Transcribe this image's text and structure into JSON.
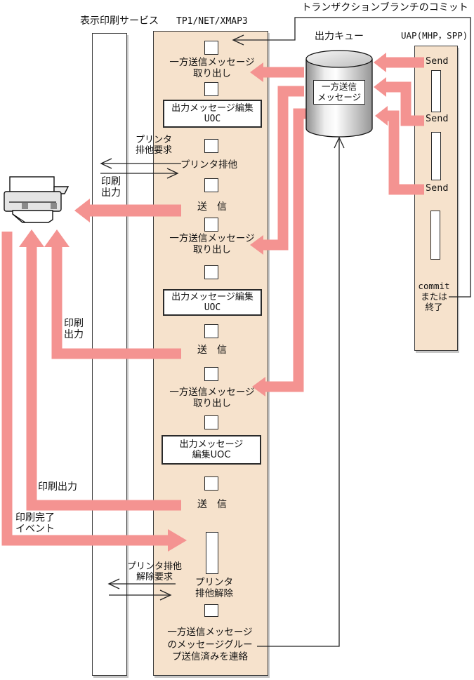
{
  "title": "トランザクションブランチのコミット",
  "lanes": {
    "service_label": "表示印刷サービス",
    "tp1_label": "TP1/NET/XMAP3",
    "queue_label": "出力キュー",
    "uap_label": "UAP(MHP，SPP)"
  },
  "queue": {
    "message_line1": "一方送信",
    "message_line2": "メッセージ"
  },
  "tp1": {
    "retrieve1_line1": "一方送信メッセージ",
    "retrieve1_line2": "取り出し",
    "uoc1_line1": "出力メッセージ編集",
    "uoc1_line2": "UOC",
    "lock_label": "プリンタ排他",
    "send1": "送　信",
    "retrieve2_line1": "一方送信メッセージ",
    "retrieve2_line2": "取り出し",
    "uoc2_line1": "出力メッセージ編集",
    "uoc2_line2": "UOC",
    "send2": "送　信",
    "retrieve3_line1": "一方送信メッセージ",
    "retrieve3_line2": "取り出し",
    "uoc3_line1": "出力メッセージ",
    "uoc3_line2": "編集UOC",
    "send3": "送　信",
    "unlock_line1": "プリンタ",
    "unlock_line2": "排他解除",
    "notify_line1": "一方送信メッセージ",
    "notify_line2": "のメッセージグルー",
    "notify_line3": "プ送信済みを連絡"
  },
  "service": {
    "lock_request_line1": "プリンタ",
    "lock_request_line2": "排他要求",
    "print1_line1": "印刷",
    "print1_line2": "出力",
    "print2_line1": "印刷",
    "print2_line2": "出力",
    "print3": "印刷出力",
    "complete_line1": "印刷完了",
    "complete_line2": "イベント",
    "unlock_request_line1": "プリンタ排他",
    "unlock_request_line2": "解除要求"
  },
  "uap": {
    "send1": "Send",
    "send2": "Send",
    "send3": "Send",
    "commit_line1": "commit",
    "commit_line2": "または",
    "commit_line3": "終了"
  },
  "colors": {
    "lane_fill": "#f6e2cc",
    "arrow_pink": "#f49391",
    "line_color": "#222222"
  }
}
